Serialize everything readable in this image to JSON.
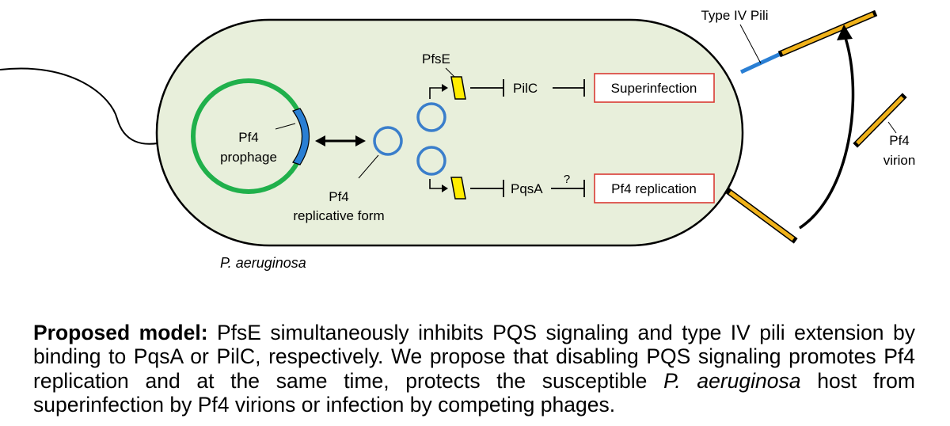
{
  "labels": {
    "pfse": "PfsE",
    "pilc": "PilC",
    "pqsa": "PqsA",
    "question": "?",
    "superinfection": "Superinfection",
    "pf4_replication": "Pf4 replication",
    "prophage_line1": "Pf4",
    "prophage_line2": "prophage",
    "replicative_line1": "Pf4",
    "replicative_line2": "replicative form",
    "pili": "Type IV Pili",
    "virion_line1": "Pf4",
    "virion_line2": "virion",
    "host": "P. aeruginosa"
  },
  "caption": {
    "lead": "Proposed model:",
    "part1": " PfsE simultaneously inhibits PQS signaling and type IV pili extension by binding to PqsA or PilC, respectively. We propose that disabling PQS signaling promotes Pf4 replication and at the same time, protects the susceptible ",
    "species": "P. aeruginosa",
    "part2": " host from superinfection by Pf4 virions or infection by competing phages."
  },
  "colors": {
    "cell_fill": "#e8efdb",
    "prophage_ring": "#20b04b",
    "insert": "#2a7fd4",
    "phage_rings": "#3a7ecb",
    "gene_box": "#ffed00",
    "outcome_border": "#d93a33",
    "virion_fill": "#f0b21a",
    "pilus": "#2a7fd4"
  }
}
